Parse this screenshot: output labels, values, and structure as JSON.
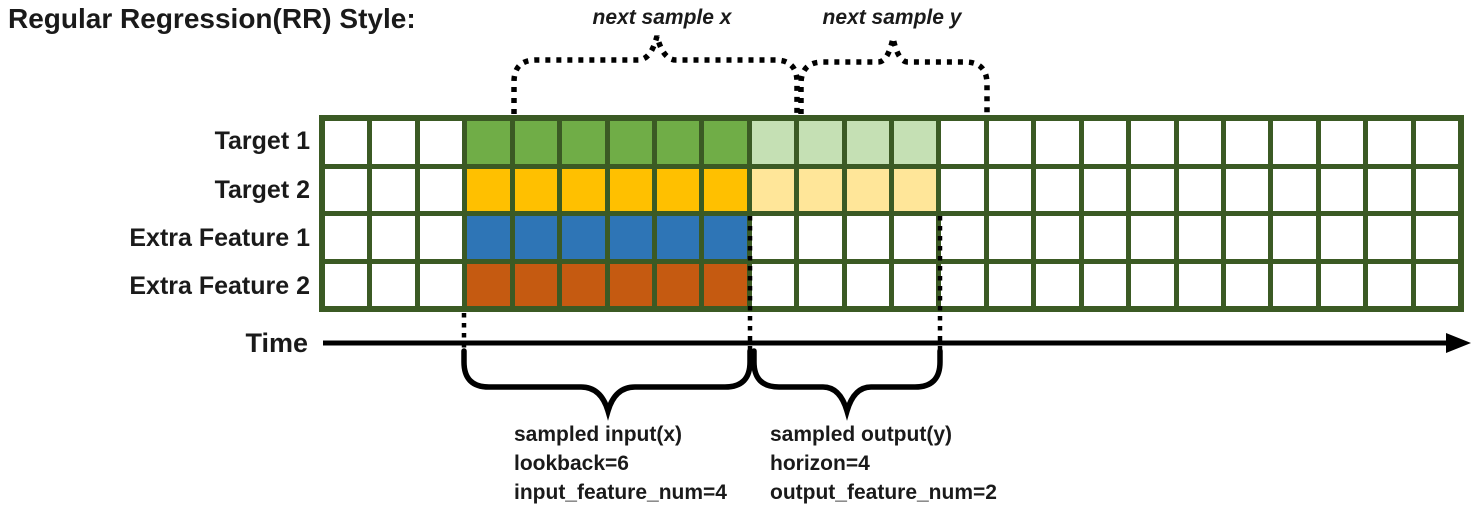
{
  "title": "Regular Regression(RR) Style:",
  "braces": {
    "next_sample_x": "next sample x",
    "next_sample_y": "next sample y"
  },
  "time_axis": {
    "label": "Time"
  },
  "grid": {
    "columns": 24,
    "lead_empty_columns": 3,
    "lookback_columns": 6,
    "horizon_columns": 4,
    "border_color": "#3B5A24",
    "empty_cell_color": "#FFFFFF"
  },
  "rows": [
    {
      "label": "Target 1",
      "lookback_color": "#70AD47",
      "horizon_color": "#C5E0B4"
    },
    {
      "label": "Target 2",
      "lookback_color": "#FFC000",
      "horizon_color": "#FFE699"
    },
    {
      "label": "Extra Feature 1",
      "lookback_color": "#2E75B6",
      "horizon_color": null
    },
    {
      "label": "Extra Feature 2",
      "lookback_color": "#C55A11",
      "horizon_color": null
    }
  ],
  "annotations": {
    "input": {
      "lines": [
        "sampled input(x)",
        "lookback=6",
        "input_feature_num=4"
      ]
    },
    "output": {
      "lines": [
        "sampled output(y)",
        "horizon=4",
        "output_feature_num=2"
      ]
    }
  }
}
